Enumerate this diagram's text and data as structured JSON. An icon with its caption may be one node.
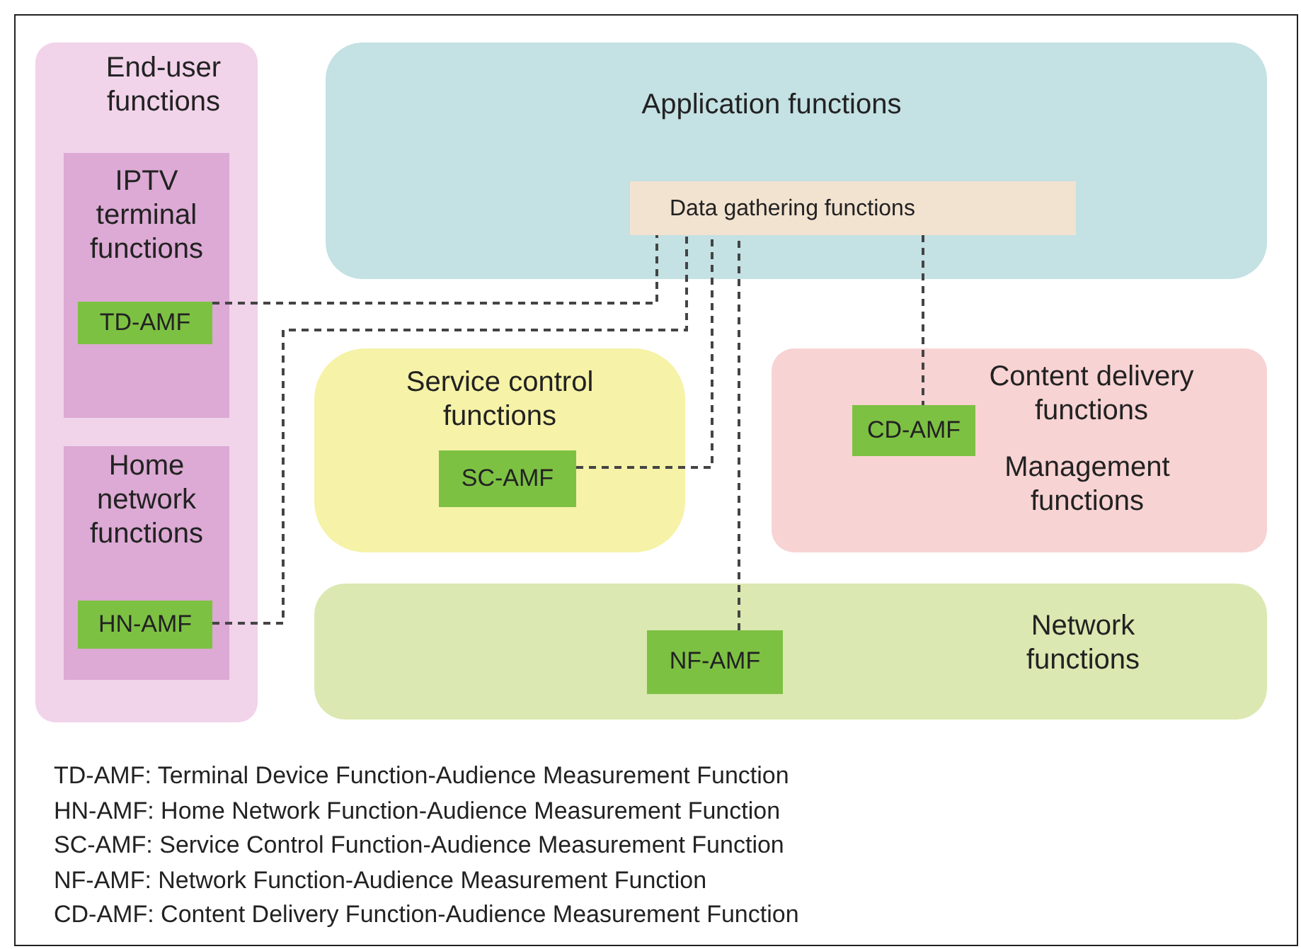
{
  "diagram": {
    "nodes": [
      {
        "text": [
          "End-user functions"
        ]
      },
      {
        "text": [
          "IPTV terminal functions"
        ],
        "in": 0
      },
      {
        "text": [
          "TD-AMF"
        ],
        "in": 1
      },
      {
        "text": [
          "Home network functions"
        ],
        "in": 0
      },
      {
        "text": [
          "HN-AMF"
        ],
        "in": 3
      },
      {
        "text": [
          "Application functions"
        ]
      },
      {
        "text": [
          "Data gathering functions"
        ],
        "in": 5
      },
      {
        "text": [
          "Service control functions"
        ]
      },
      {
        "text": [
          "SC-AMF"
        ],
        "in": 7
      },
      {
        "text": [
          "Content delivery functions",
          "Management functions"
        ]
      },
      {
        "text": [
          "CD-AMF"
        ],
        "in": 9
      },
      {
        "text": [
          "Network functions"
        ]
      },
      {
        "text": [
          "NF-AMF"
        ],
        "in": 11
      }
    ],
    "edges": [
      {
        "from": 2,
        "to": 6,
        "arrow": "none",
        "style": "dashed"
      },
      {
        "from": 4,
        "to": 6,
        "arrow": "none",
        "style": "dashed"
      },
      {
        "from": 8,
        "to": 6,
        "arrow": "none",
        "style": "dashed"
      },
      {
        "from": 12,
        "to": 6,
        "arrow": "none",
        "style": "dashed"
      },
      {
        "from": 6,
        "to": 10,
        "arrow": "none",
        "style": "dashed"
      }
    ],
    "labels": [
      "TD-AMF: Terminal Device Function-Audience Measurement Function",
      "HN-AMF: Home Network Function-Audience Measurement Function",
      "SC-AMF: Service Control Function-Audience Measurement Function",
      "NF-AMF: Network Function-Audience Measurement Function",
      "CD-AMF: Content Delivery Function-Audience Measurement Function"
    ]
  }
}
